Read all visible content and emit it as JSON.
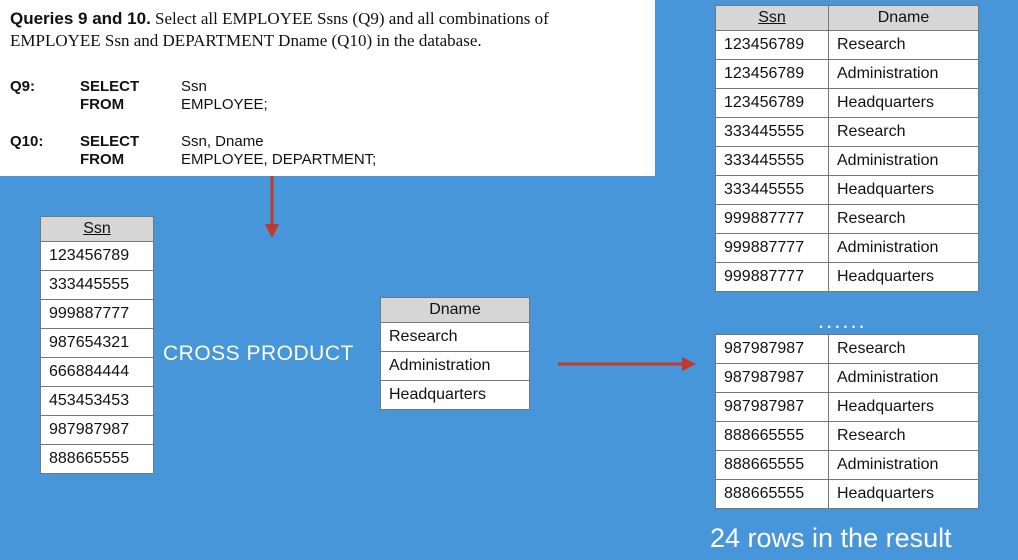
{
  "query_box": {
    "heading_bold": "Queries 9 and 10.",
    "heading_line1": " Select all EMPLOYEE Ssns (Q9) and all combinations of",
    "heading_line2": "EMPLOYEE Ssn and DEPARTMENT Dname (Q10) in the database.",
    "q9": {
      "label": "Q9:",
      "kw1": "SELECT",
      "arg1": "Ssn",
      "kw2": "FROM",
      "arg2": "EMPLOYEE;"
    },
    "q10": {
      "label": "Q10:",
      "kw1": "SELECT",
      "arg1": "Ssn, Dname",
      "kw2": "FROM",
      "arg2": "EMPLOYEE, DEPARTMENT;"
    }
  },
  "ssn_table": {
    "header": "Ssn",
    "rows": [
      "123456789",
      "333445555",
      "999887777",
      "987654321",
      "666884444",
      "453453453",
      "987987987",
      "888665555"
    ]
  },
  "cross_product_label": "CROSS PRODUCT",
  "dname_table": {
    "header": "Dname",
    "rows": [
      "Research",
      "Administration",
      "Headquarters"
    ]
  },
  "result_table": {
    "headers": [
      "Ssn",
      "Dname"
    ],
    "top_rows": [
      [
        "123456789",
        "Research"
      ],
      [
        "123456789",
        "Administration"
      ],
      [
        "123456789",
        "Headquarters"
      ],
      [
        "333445555",
        "Research"
      ],
      [
        "333445555",
        "Administration"
      ],
      [
        "333445555",
        "Headquarters"
      ],
      [
        "999887777",
        "Research"
      ],
      [
        "999887777",
        "Administration"
      ],
      [
        "999887777",
        "Headquarters"
      ]
    ],
    "ellipsis": "......",
    "bottom_rows": [
      [
        "987987987",
        "Research"
      ],
      [
        "987987987",
        "Administration"
      ],
      [
        "987987987",
        "Headquarters"
      ],
      [
        "888665555",
        "Research"
      ],
      [
        "888665555",
        "Administration"
      ],
      [
        "888665555",
        "Headquarters"
      ]
    ]
  },
  "result_count_label": "24 rows in the result",
  "colors": {
    "background": "#4796d9",
    "arrow": "#c0392b",
    "header": "#d6d6d6"
  }
}
